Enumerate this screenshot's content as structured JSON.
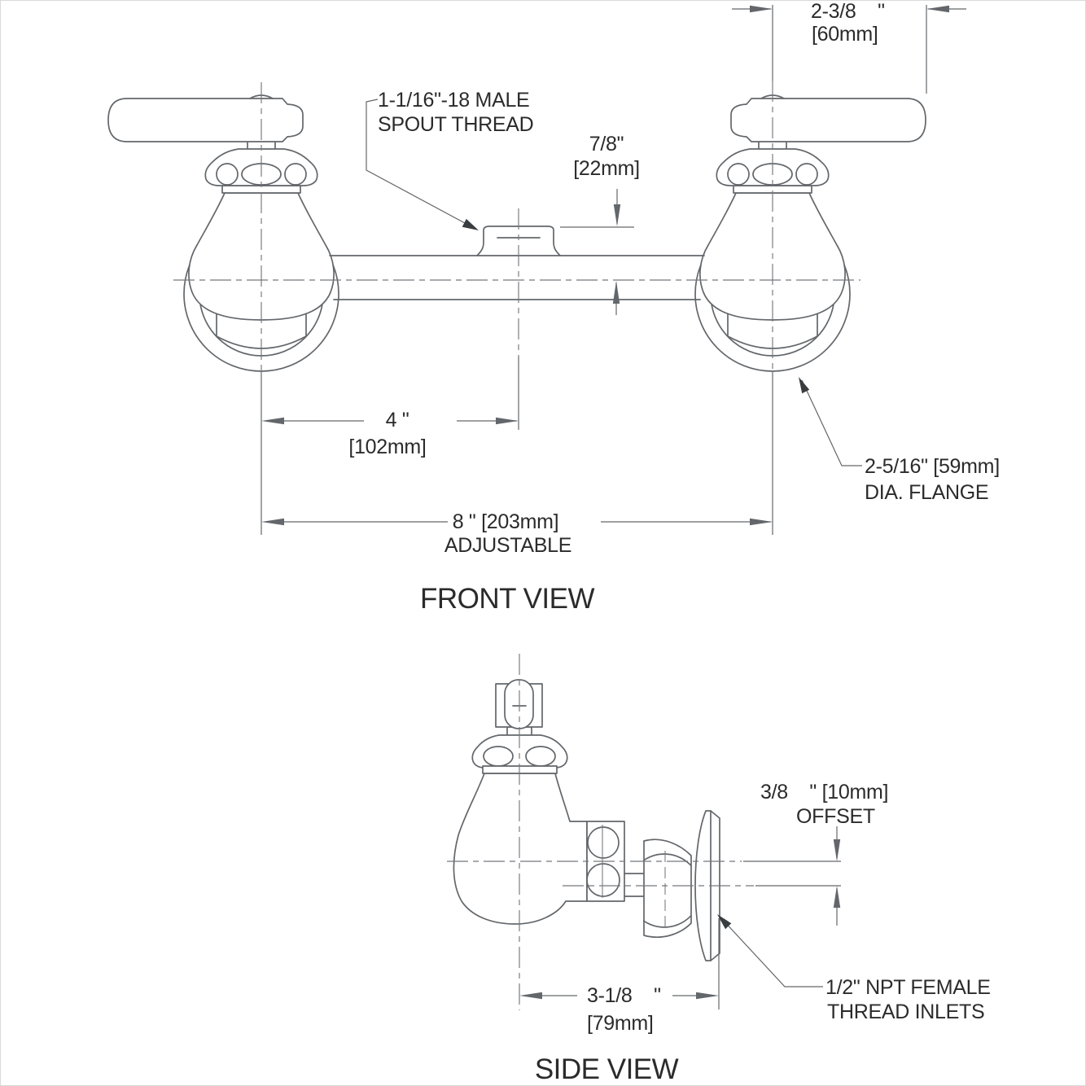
{
  "front_view": {
    "title": "FRONT VIEW",
    "callouts": {
      "spout_thread_line1": "1-1/16\"-18 MALE",
      "spout_thread_line2": "SPOUT THREAD",
      "flange_line1": "2-5/16\" [59mm]",
      "flange_line2": "DIA. FLANGE"
    },
    "dimensions": {
      "handle_projection": {
        "value": "2-3/8    \"",
        "metric": "[60mm]"
      },
      "spout_height": {
        "value": "7/8\"",
        "metric": "[22mm]"
      },
      "spout_to_valve": {
        "value": "4 \"",
        "metric": "[102mm]"
      },
      "valve_spacing": {
        "value": "8 \" [203mm]",
        "note": "ADJUSTABLE"
      }
    }
  },
  "side_view": {
    "title": "SIDE VIEW",
    "callouts": {
      "inlet_line1": "1/2\" NPT FEMALE",
      "inlet_line2": "THREAD INLETS"
    },
    "dimensions": {
      "inlet_offset": {
        "value": "3/8    \" [10mm]",
        "note": "OFFSET"
      },
      "wall_to_valve_center": {
        "value": "3-1/8    \"",
        "metric": "[79mm]"
      }
    }
  },
  "colors": {
    "line": "#63676b",
    "centerline": "#74787c",
    "text": "#2b2b2b",
    "background": "#ffffff",
    "frame": "#d9d9d9"
  }
}
